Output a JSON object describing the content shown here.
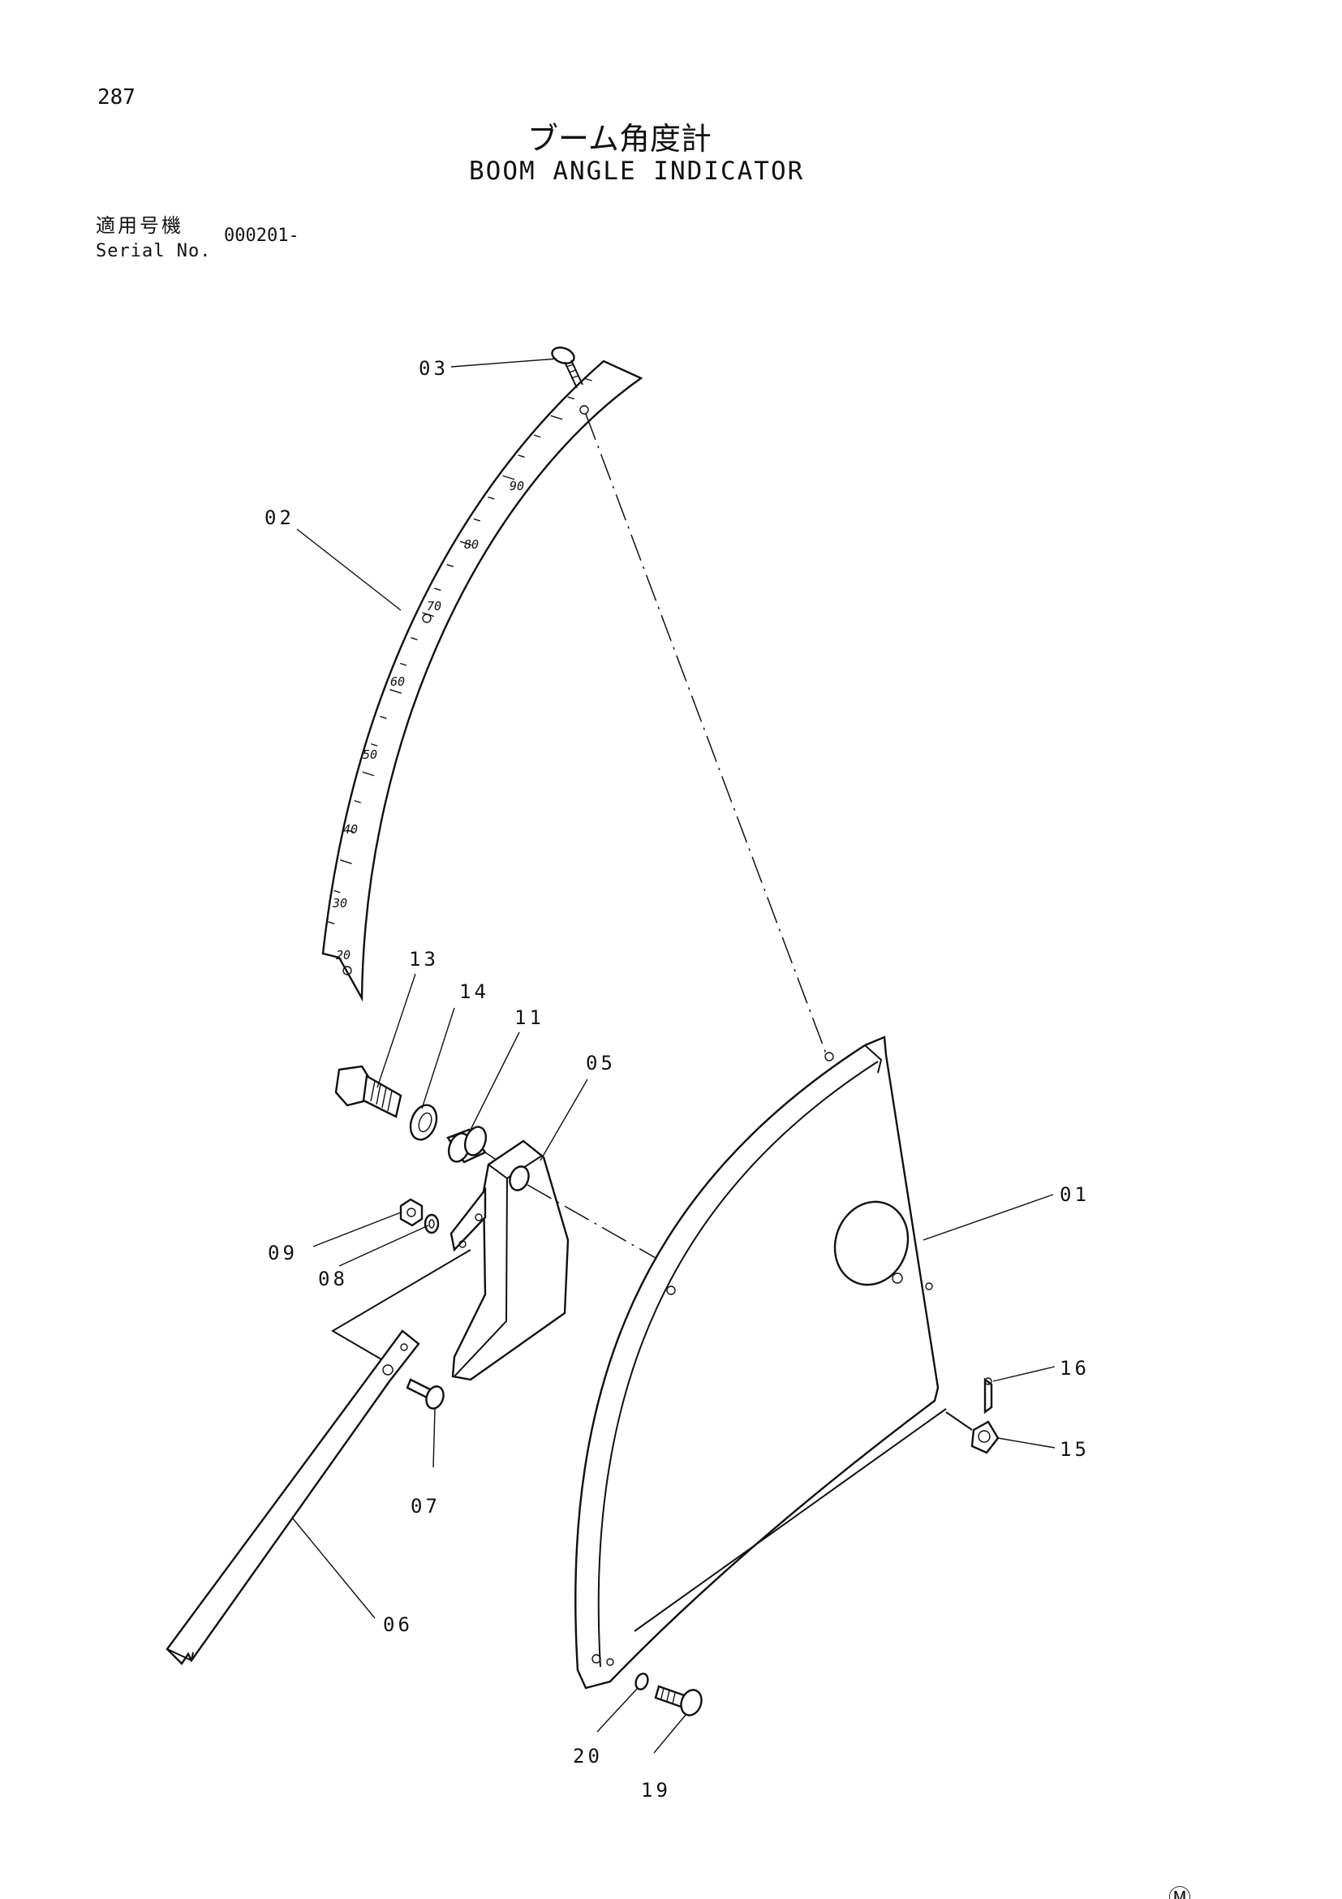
{
  "page": {
    "number": "287",
    "title_jp": "ブーム角度計",
    "title_en": "BOOM ANGLE INDICATOR",
    "serial_label_jp": "適用号機",
    "serial_label_en": "Serial No.",
    "serial_value": "000201-",
    "mark": "Ⓜ"
  },
  "callouts": [
    "03",
    "02",
    "13",
    "14",
    "11",
    "05",
    "01",
    "09",
    "08",
    "07",
    "06",
    "16",
    "15",
    "20",
    "19"
  ],
  "scale_labels": [
    "90",
    "80",
    "70",
    "60",
    "50",
    "40",
    "30",
    "20"
  ]
}
